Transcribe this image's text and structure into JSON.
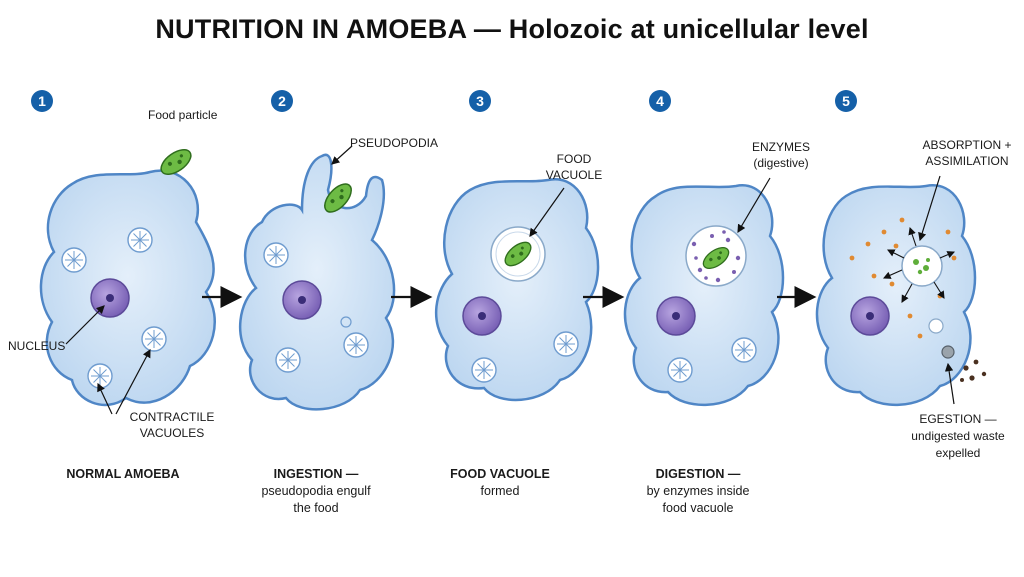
{
  "title": "NUTRITION IN AMOEBA — Holozoic at unicellular level",
  "steps": [
    {
      "number": "1",
      "caption_head": "NORMAL AMOEBA",
      "caption_sub": ""
    },
    {
      "number": "2",
      "caption_head": "INGESTION —",
      "caption_sub": "pseudopodia engulf",
      "caption_sub2": "the food"
    },
    {
      "number": "3",
      "caption_head": "FOOD VACUOLE",
      "caption_sub": "formed",
      "caption_sub2": ""
    },
    {
      "number": "4",
      "caption_head": "DIGESTION —",
      "caption_sub": "by enzymes inside",
      "caption_sub2": "food vacuole"
    },
    {
      "number": "5",
      "caption_head": "",
      "caption_sub": "",
      "caption_sub2": ""
    }
  ],
  "labels": {
    "food_particle": "Food particle",
    "nucleus": "NUCLEUS",
    "contractile_1": "CONTRACTILE",
    "contractile_2": "VACUOLES",
    "pseudopodia": "PSEUDOPODIA",
    "food_vacuole_1": "FOOD",
    "food_vacuole_2": "VACUOLE",
    "enzymes_1": "ENZYMES",
    "enzymes_2": "(digestive)",
    "absorption_1": "ABSORPTION +",
    "absorption_2": "ASSIMILATION",
    "egestion_1": "EGESTION —",
    "egestion_2": "undigested waste",
    "egestion_3": "expelled"
  },
  "colors": {
    "cell_fill": "#cfe2f5",
    "cell_stroke": "#4f86c6",
    "nucleus": "#8a72c4",
    "food": "#5fae3a",
    "badge": "#1560a8"
  }
}
